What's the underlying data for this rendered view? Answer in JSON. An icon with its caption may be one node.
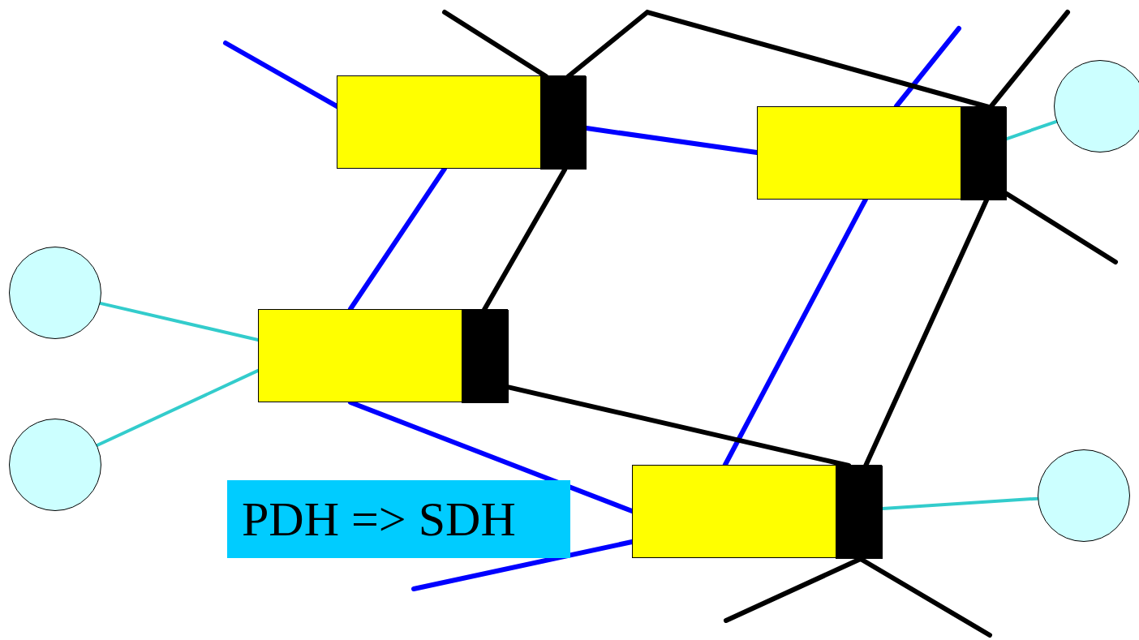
{
  "diagram": {
    "nodes": [
      {
        "text": [],
        "shape": "box"
      },
      {
        "text": [],
        "shape": "box",
        "in": 0
      },
      {
        "text": [],
        "shape": "box"
      },
      {
        "text": [],
        "shape": "box",
        "in": 2
      },
      {
        "text": [],
        "shape": "circle"
      },
      {
        "text": [],
        "shape": "circle"
      },
      {
        "text": [],
        "shape": "box"
      },
      {
        "text": [],
        "shape": "box",
        "in": 6
      },
      {
        "text": [],
        "shape": "circle"
      },
      {
        "text": [],
        "shape": "box"
      },
      {
        "text": [],
        "shape": "box",
        "in": 9
      },
      {
        "text": [],
        "shape": "circle"
      }
    ],
    "edges": [
      {
        "from": null,
        "to": 0,
        "arrow": "none",
        "color": "#0000ff"
      },
      {
        "from": 1,
        "to": 2,
        "arrow": "none",
        "color": "#0000ff"
      },
      {
        "from": 0,
        "to": 6,
        "arrow": "none",
        "color": "#0000ff"
      },
      {
        "from": null,
        "to": 2,
        "arrow": "none",
        "color": "#0000ff"
      },
      {
        "from": 2,
        "to": 9,
        "arrow": "none",
        "color": "#0000ff"
      },
      {
        "from": 6,
        "to": 9,
        "arrow": "none",
        "color": "#0000ff"
      },
      {
        "from": null,
        "to": 9,
        "arrow": "none",
        "color": "#0000ff"
      },
      {
        "from": null,
        "to": 1,
        "arrow": "none"
      },
      {
        "from": 1,
        "to": 3,
        "arrow": "none"
      },
      {
        "from": 1,
        "to": 7,
        "arrow": "none"
      },
      {
        "from": null,
        "to": 3,
        "arrow": "none"
      },
      {
        "from": 3,
        "to": null,
        "arrow": "none"
      },
      {
        "from": 3,
        "to": 10,
        "arrow": "none"
      },
      {
        "from": 7,
        "to": 10,
        "arrow": "none"
      },
      {
        "from": 10,
        "to": null,
        "arrow": "none"
      },
      {
        "from": 10,
        "to": null,
        "arrow": "none"
      },
      {
        "from": 4,
        "to": 3,
        "arrow": "none",
        "color": "#33cccc"
      },
      {
        "from": 5,
        "to": 6,
        "arrow": "none",
        "color": "#33cccc"
      },
      {
        "from": 8,
        "to": 6,
        "arrow": "none",
        "color": "#33cccc"
      },
      {
        "from": 11,
        "to": 10,
        "arrow": "none",
        "color": "#33cccc"
      }
    ],
    "labels": [
      "PDH => SDH"
    ]
  }
}
